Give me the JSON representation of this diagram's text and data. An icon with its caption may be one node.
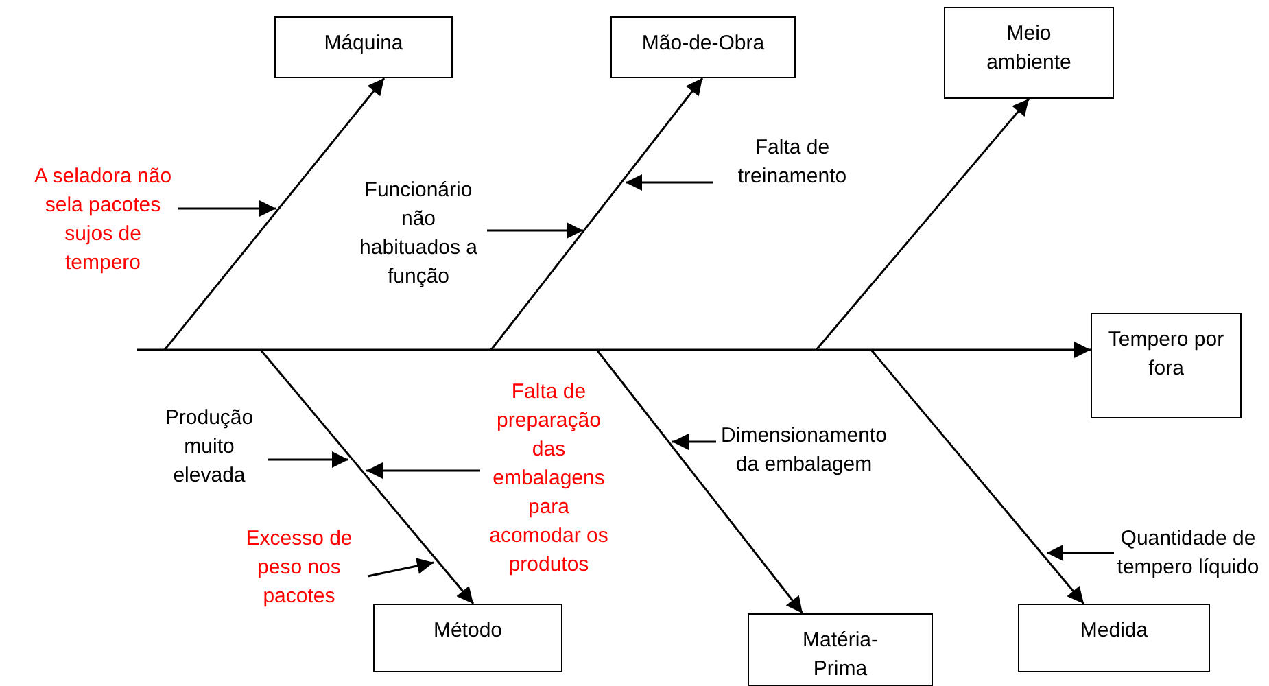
{
  "diagram": {
    "nodes": [
      {
        "text": [
          "Máquina"
        ]
      },
      {
        "text": [
          "Mão-de-Obra"
        ]
      },
      {
        "text": [
          "Meio ambiente"
        ]
      },
      {
        "text": [
          "Tempero por fora"
        ]
      },
      {
        "text": [
          "Método"
        ]
      },
      {
        "text": [
          "Matéria-Prima"
        ]
      },
      {
        "text": [
          "Medida"
        ]
      },
      {
        "text": [
          "A seladora não sela pacotes sujos de tempero"
        ]
      },
      {
        "text": [
          "Funcionário não habituados a função"
        ]
      },
      {
        "text": [
          "Falta de treinamento"
        ]
      },
      {
        "text": [
          "Produção muito elevada"
        ]
      },
      {
        "text": [
          "Falta de preparação das embalagens para acomodar os produtos"
        ]
      },
      {
        "text": [
          "Excesso de peso nos pacotes"
        ]
      },
      {
        "text": [
          "Dimensionamento da embalagem"
        ]
      },
      {
        "text": [
          "Quantidade de tempero líquido"
        ]
      }
    ],
    "edges": [
      {
        "from": null,
        "to": 3,
        "arrow": "to"
      },
      {
        "from": null,
        "to": 0,
        "arrow": "to"
      },
      {
        "from": null,
        "to": 1,
        "arrow": "to"
      },
      {
        "from": null,
        "to": 2,
        "arrow": "to"
      },
      {
        "from": null,
        "to": 4,
        "arrow": "to"
      },
      {
        "from": null,
        "to": 5,
        "arrow": "to"
      },
      {
        "from": null,
        "to": 6,
        "arrow": "to"
      },
      {
        "from": 7,
        "to": null,
        "arrow": "to"
      },
      {
        "from": 8,
        "to": null,
        "arrow": "to"
      },
      {
        "from": 9,
        "to": null,
        "arrow": "to"
      },
      {
        "from": 10,
        "to": null,
        "arrow": "to"
      },
      {
        "from": 11,
        "to": null,
        "arrow": "to"
      },
      {
        "from": 12,
        "to": null,
        "arrow": "to"
      },
      {
        "from": 13,
        "to": null,
        "arrow": "to"
      },
      {
        "from": 14,
        "to": null,
        "arrow": "to"
      }
    ]
  }
}
